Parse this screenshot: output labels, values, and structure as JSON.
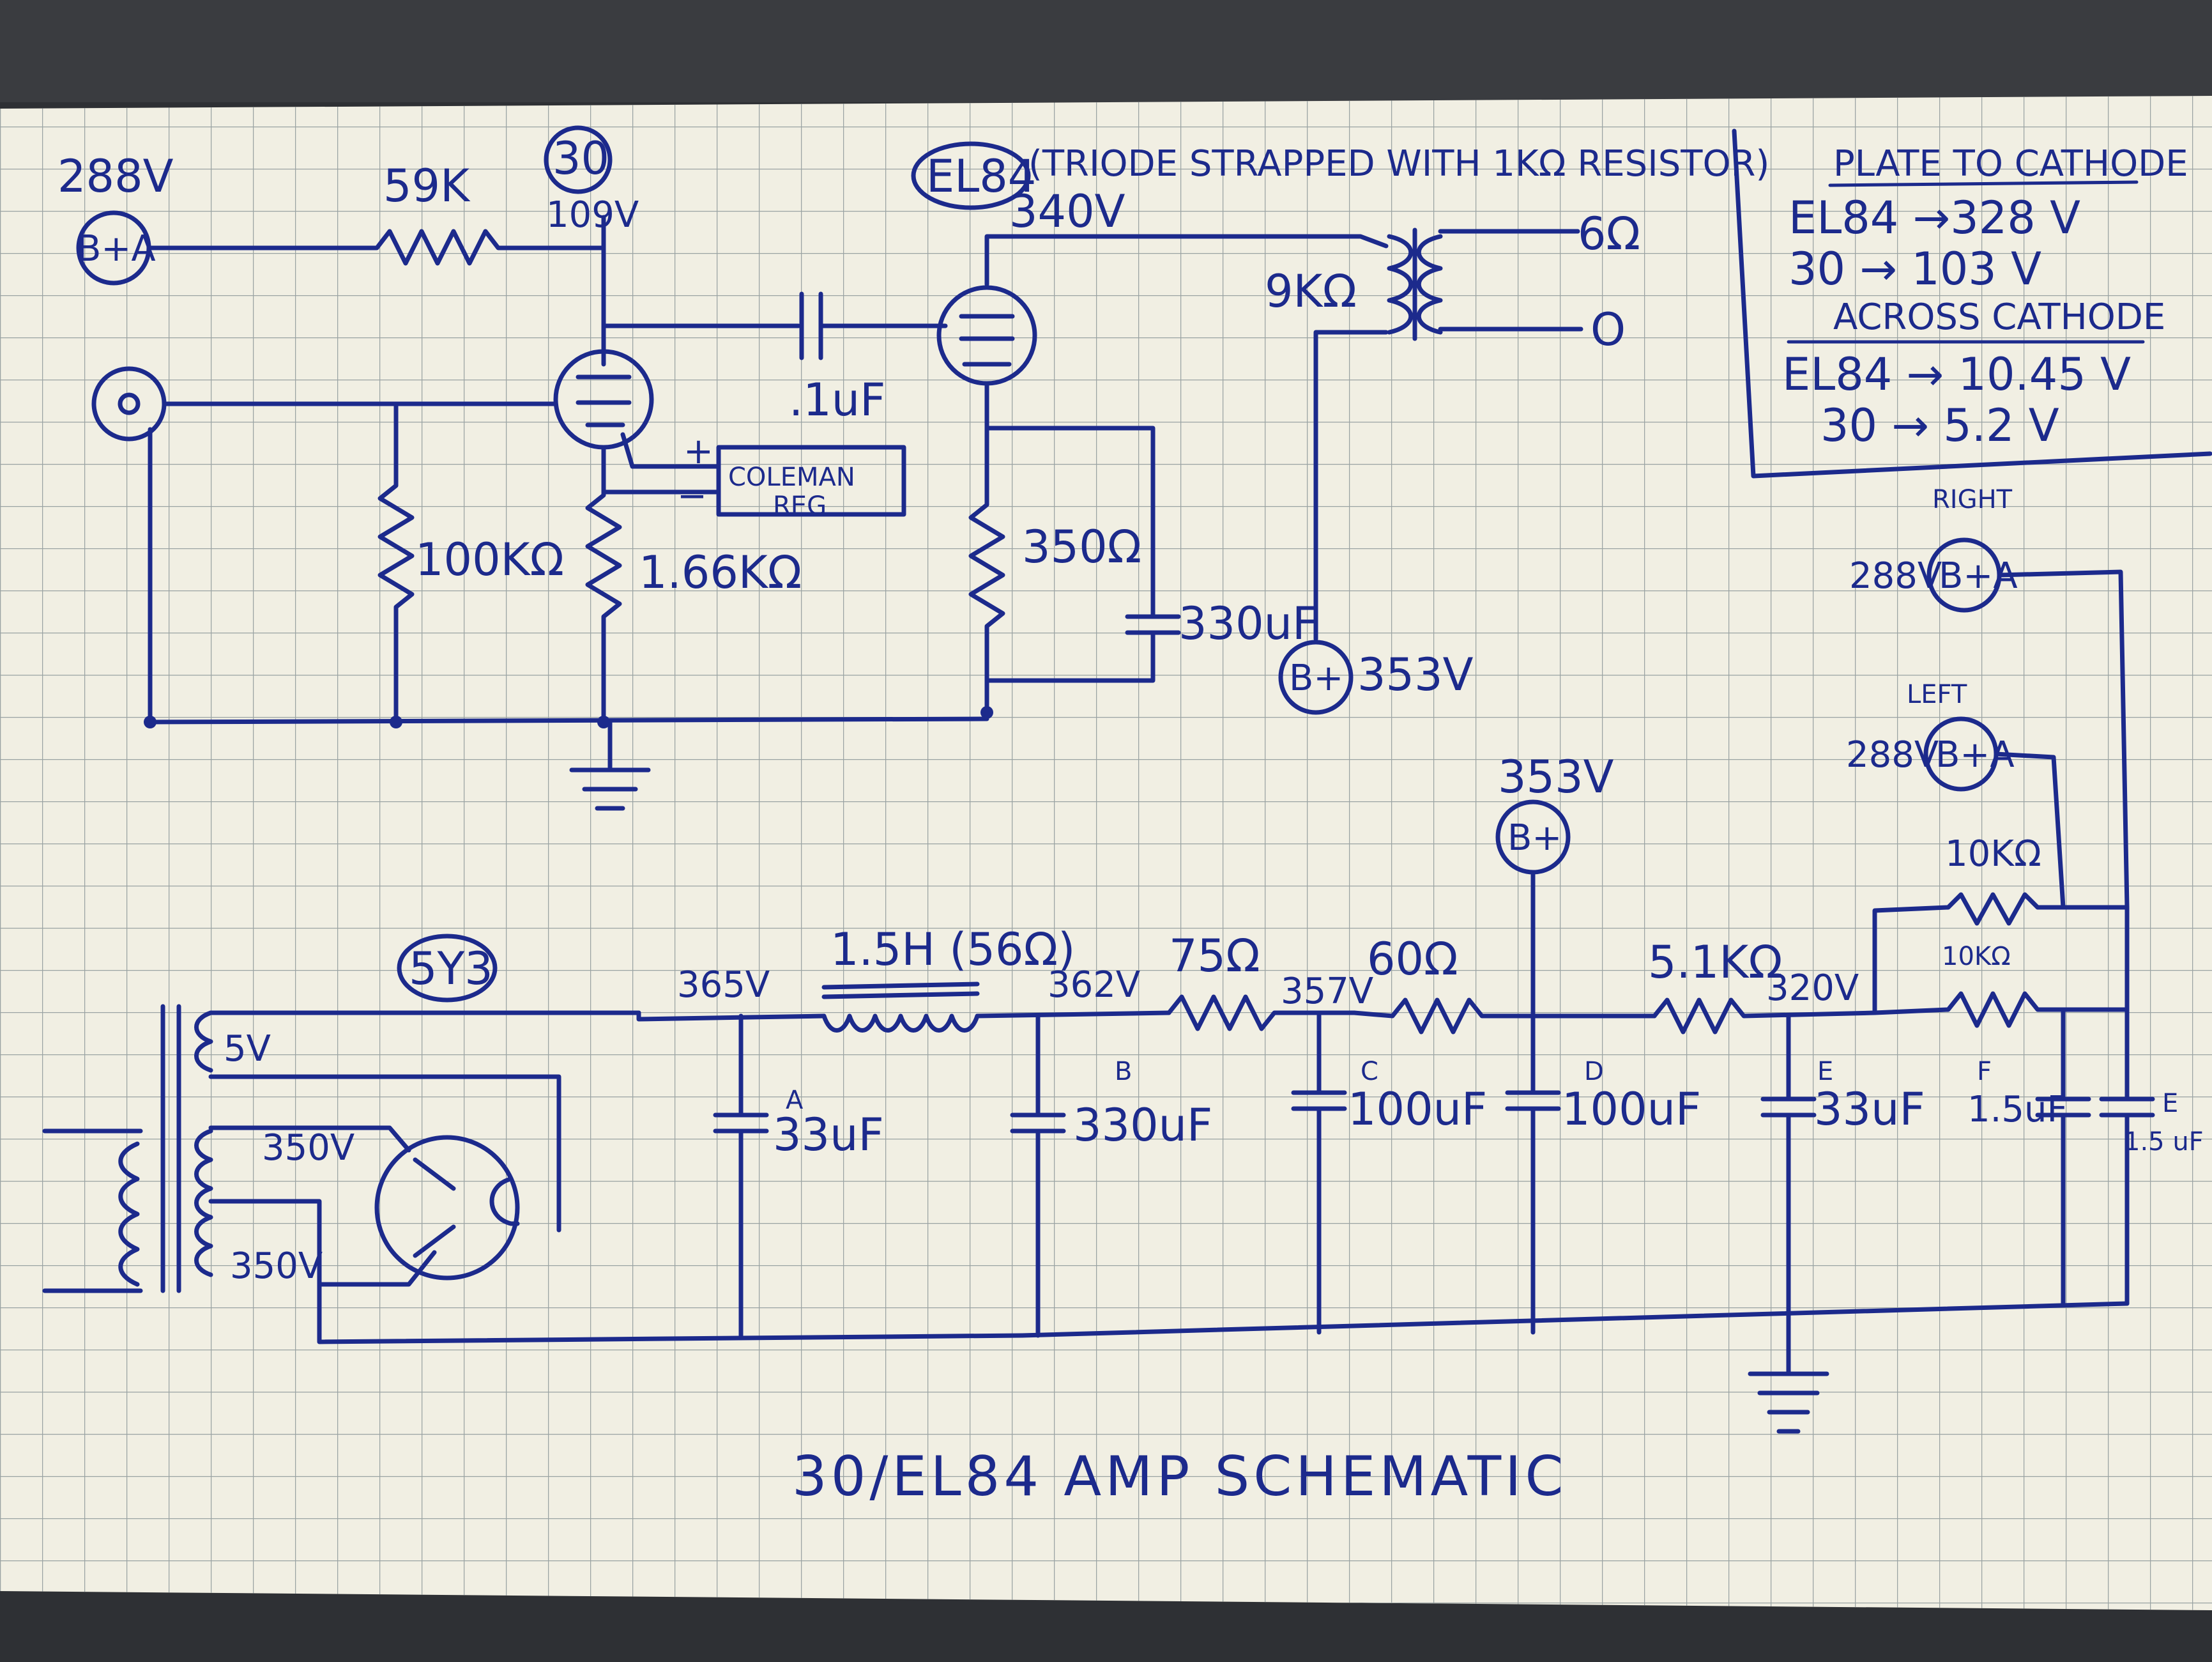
{
  "title": "30/EL84 AMP SCHEMATIC",
  "colors": {
    "ink": "#1c2a8c",
    "paper": "#f1efe3",
    "grid": "#9aa3a3",
    "desk": "#2e3034"
  },
  "table": {
    "heading1": "PLATE TO CATHODE",
    "row1": "EL84 →328 V",
    "row2": "30 → 103 V",
    "heading2": "ACROSS CATHODE",
    "row3": "EL84 → 10.45 V",
    "row4": "30 → 5.2 V"
  },
  "input_stage": {
    "bplus_voltage": "288V",
    "bplus_label": "B+A",
    "r_plate": "59K",
    "tube": "30",
    "plate_voltage": "109V",
    "coupling_cap": ".1uF",
    "grid_resistor": "100KΩ",
    "cathode_resistor": "1.66KΩ",
    "regulator_line1": "COLEMAN",
    "regulator_line2": "REG",
    "reg_plus": "+",
    "reg_minus": "−"
  },
  "output_stage": {
    "tube": "EL84",
    "note": "(TRIODE STRAPPED WITH 1KΩ RESISTOR)",
    "plate_voltage": "340V",
    "cathode_resistor": "350Ω",
    "cathode_cap": "330uF",
    "primary": "9KΩ",
    "tap_6ohm": "6Ω",
    "tap_0": "O",
    "bplus_label": "B+",
    "bplus_voltage": "353V"
  },
  "supply": {
    "rectifier": "5Y3",
    "heater": "5V",
    "secondary_top": "350V",
    "secondary_bottom": "350V",
    "v_365": "365V",
    "choke": "1.5H (56Ω)",
    "v_362": "362V",
    "r_75": "75Ω",
    "v_357": "357V",
    "r_60": "60Ω",
    "bplus_voltage": "353V",
    "bplus_label": "B+",
    "r_5k1": "5.1KΩ",
    "v_320": "320V",
    "r_10k_top": "10KΩ",
    "r_10k_bottom": "10KΩ",
    "caps": [
      {
        "tag": "A",
        "value": "33uF"
      },
      {
        "tag": "B",
        "value": "330uF"
      },
      {
        "tag": "C",
        "value": "100uF"
      },
      {
        "tag": "D",
        "value": "100uF"
      },
      {
        "tag": "E",
        "value": "33uF"
      },
      {
        "tag": "F",
        "value": "1.5uF"
      },
      {
        "tag": "E",
        "value": "1.5 uF"
      }
    ],
    "right_label": "RIGHT",
    "right_voltage": "288V",
    "right_bplus": "B+A",
    "left_label": "LEFT",
    "left_voltage": "288V",
    "left_bplus": "B+A"
  }
}
